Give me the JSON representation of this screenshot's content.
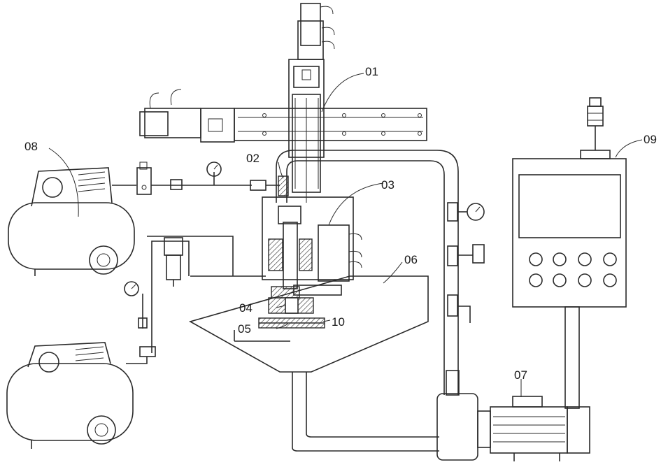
{
  "labels": {
    "l01": "01",
    "l02": "02",
    "l03": "03",
    "l04": "04",
    "l05": "05",
    "l06": "06",
    "l07": "07",
    "l08": "08",
    "l09": "09",
    "l10": "10"
  }
}
